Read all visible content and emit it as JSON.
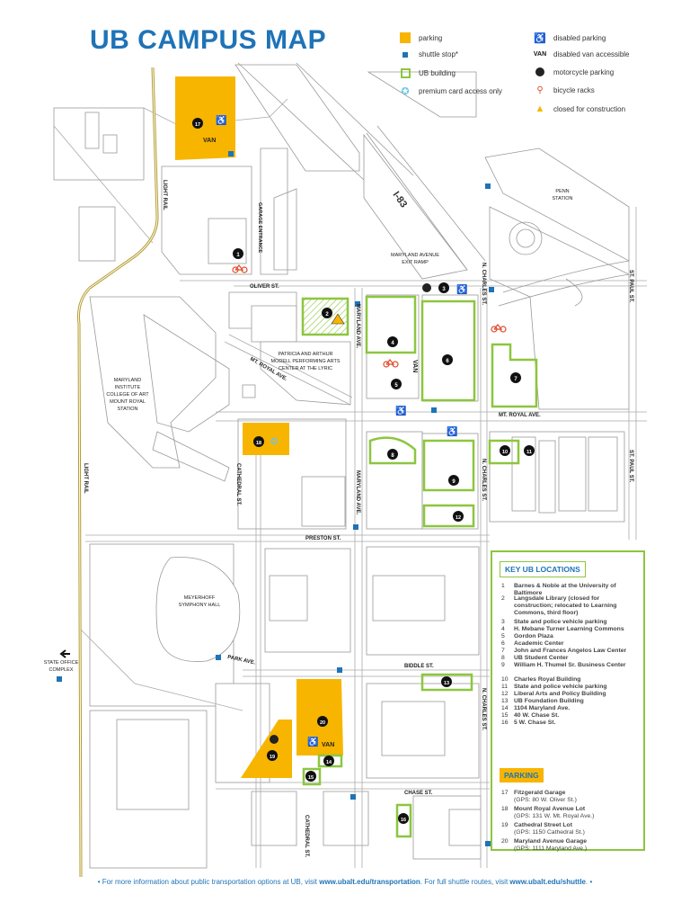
{
  "title": "UB CAMPUS MAP",
  "colors": {
    "parking": "#f7b500",
    "shuttle": "#1f73b7",
    "ub_building": "#8cc63f",
    "title": "#1f73b7"
  },
  "legend": {
    "parking": "parking",
    "shuttle_stop": "shuttle stop*",
    "ub_building": "UB building",
    "premium": "premium card access only",
    "disabled": "disabled parking",
    "van_symbol": "VAN",
    "van": "disabled van accessible",
    "motorcycle": "motorcycle parking",
    "bicycle": "bicycle racks",
    "construction": "closed for construction"
  },
  "streets": {
    "oliver": "OLIVER ST.",
    "mt_royal_ave": "MT. ROYAL AVE.",
    "mt_royal_diag": "MT. ROYAL AVE.",
    "preston": "PRESTON ST.",
    "biddle": "BIDDLE ST.",
    "chase": "CHASE ST.",
    "park": "PARK AVE.",
    "maryland_top": "MARYLAND AVE.",
    "maryland_mid": "MARYLAND AVE.",
    "cathedral_mid": "CATHEDRAL ST.",
    "cathedral_bottom": "CATHEDRAL ST.",
    "charles_top": "N. CHARLES ST.",
    "charles_mid": "N. CHARLES ST.",
    "charles_bottom": "N. CHARLES ST.",
    "st_paul_top": "ST. PAUL ST.",
    "st_paul_mid": "ST. PAUL ST.",
    "light_rail_top": "LIGHT RAIL",
    "light_rail_bottom": "LIGHT RAIL",
    "i83": "I-83",
    "garage_entrance": "GARAGE ENTRANCE"
  },
  "places": {
    "penn_1": "PENN",
    "penn_2": "STATION",
    "ramp_1": "MARYLAND AVENUE",
    "ramp_2": "EXIT RAMP",
    "lyric_1": "PATRICIA AND ARTHUR",
    "lyric_2": "MODELL PERFORMING ARTS",
    "lyric_3": "CENTER AT THE LYRIC",
    "mica_1": "MARYLAND",
    "mica_2": "INSTITUTE",
    "mica_3": "COLLEGE OF ART",
    "mica_4": "MOUNT ROYAL",
    "mica_5": "STATION",
    "meyerhoff_1": "MEYERHOFF",
    "meyerhoff_2": "SYMPHONY HALL",
    "state_office_1": "STATE OFFICE",
    "state_office_2": "COMPLEX",
    "van_17": "VAN",
    "van_20": "VAN",
    "van_4": "VAN"
  },
  "markers": {
    "m1": "1",
    "m2": "2",
    "m3": "3",
    "m4": "4",
    "m5": "5",
    "m6": "6",
    "m7": "7",
    "m8": "8",
    "m9": "9",
    "m10": "10",
    "m11": "11",
    "m12": "12",
    "m13": "13",
    "m14": "14",
    "m15": "15",
    "m16": "16",
    "m17": "17",
    "m18": "18",
    "m19": "19",
    "m20": "20"
  },
  "key_locations": {
    "heading": "KEY UB LOCATIONS",
    "items": [
      {
        "num": "1",
        "text": "Barnes & Noble at the University of Baltimore"
      },
      {
        "num": "2",
        "text": "Langsdale Library (closed for construction; relocated to Learning Commons, third floor)"
      },
      {
        "num": "3",
        "text": "State and police vehicle parking"
      },
      {
        "num": "4",
        "text": "H. Mebane Turner Learning Commons"
      },
      {
        "num": "5",
        "text": "Gordon Plaza"
      },
      {
        "num": "6",
        "text": "Academic Center"
      },
      {
        "num": "7",
        "text": "John and Frances Angelos Law Center"
      },
      {
        "num": "8",
        "text": "UB Student Center"
      },
      {
        "num": "9",
        "text": "William H. Thumel Sr. Business Center"
      },
      {
        "num": "10",
        "text": "Charles Royal Building"
      },
      {
        "num": "11",
        "text": "State and police vehicle parking"
      },
      {
        "num": "12",
        "text": "Liberal Arts and Policy Building"
      },
      {
        "num": "13",
        "text": "UB Foundation Building"
      },
      {
        "num": "14",
        "text": "1104 Maryland Ave."
      },
      {
        "num": "15",
        "text": "40 W. Chase St."
      },
      {
        "num": "16",
        "text": "5 W. Chase St."
      }
    ]
  },
  "parking": {
    "heading": "PARKING",
    "items": [
      {
        "num": "17",
        "text": "Fitzgerald Garage",
        "gps": "(GPS: 80 W. Oliver St.)"
      },
      {
        "num": "18",
        "text": "Mount Royal Avenue Lot",
        "gps": "(GPS: 131 W. Mt. Royal Ave.)"
      },
      {
        "num": "19",
        "text": "Cathedral Street Lot",
        "gps": "(GPS: 1150 Cathedral St.)"
      },
      {
        "num": "20",
        "text": "Maryland Avenue Garage",
        "gps": "(GPS: 1111 Maryland Ave.)"
      }
    ]
  },
  "footer": {
    "text1": "• For more information about public transportation options at UB, visit ",
    "link1": "www.ubalt.edu/transportation",
    "text2": ". For full shuttle routes, visit ",
    "link2": "www.ubalt.edu/shuttle",
    "text3": ". •"
  }
}
